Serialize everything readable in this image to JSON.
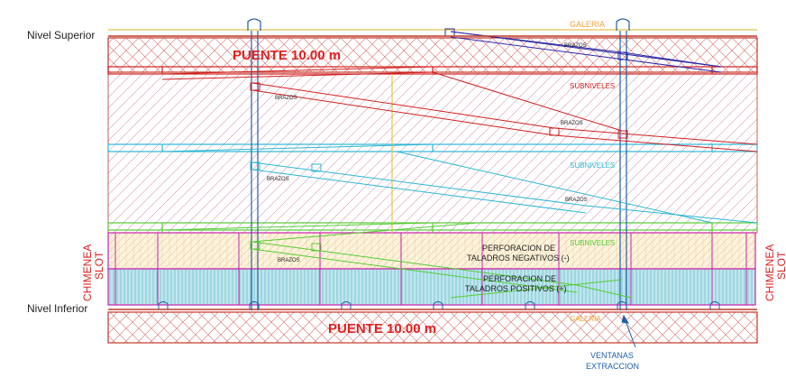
{
  "labels": {
    "nivel_superior": "Nivel Superior",
    "nivel_inferior": "Nivel Inferior",
    "galeria_top": "GALERIA",
    "galeria_bottom": "GALERIA",
    "puente_top": "PUENTE 10.00 m",
    "puente_bottom": "PUENTE 10.00 m",
    "subniveles_1": "SUBNIVELES",
    "subniveles_2": "SUBNIVELES",
    "subniveles_3": "SUBNIVELES",
    "brazos_1": "BRAZOS",
    "brazos_2": "BRAZOS",
    "brazos_3": "BRAZOS",
    "brazos_4": "BRAZOS",
    "brazos_5": "BRAZOS",
    "brazos_6": "BRAZOS",
    "chimenea_slot_left_1": "CHIMENEA",
    "chimenea_slot_left_2": "SLOT",
    "chimenea_slot_right_1": "CHIMENEA",
    "chimenea_slot_right_2": "SLOT",
    "perf_neg_1": "PERFORACION DE",
    "perf_neg_2": "TALADROS NEGATIVOS (-)",
    "perf_pos_1": "PERFORACION DE",
    "perf_pos_2": "TALADROS POSITIVOS (+)",
    "ventanas_1": "VENTANAS",
    "ventanas_2": "EXTRACCION"
  },
  "colors": {
    "frame": "#c0392b",
    "hatch_red": "#d86a6a",
    "hatch_pink": "#c9689c",
    "red_line": "#d21f1f",
    "blue_line": "#2a2aa8",
    "cyan_line": "#2ab7d6",
    "green_line": "#55cc33",
    "magenta": "#cc22aa",
    "yellow": "#e8c24a",
    "teal_fill": "#bfe6ec",
    "orange_text": "#f0a030"
  }
}
